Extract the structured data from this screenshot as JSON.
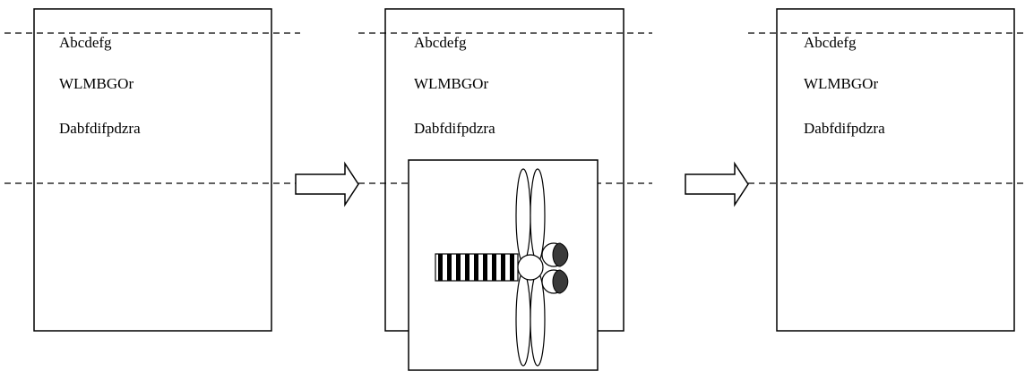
{
  "panels": [
    {
      "lines": [
        "Abcdefg",
        "WLMBGOr",
        "Dabfdifpdzra"
      ]
    },
    {
      "lines": [
        "Abcdefg",
        "WLMBGOr",
        "Dabfdifpdzra"
      ]
    },
    {
      "lines": [
        "Abcdefg",
        "WLMBGOr",
        "Dabfdifpdzra"
      ]
    }
  ],
  "arrows": [
    {
      "from": "panel-1",
      "to": "panel-2"
    },
    {
      "from": "panel-2",
      "to": "panel-3"
    }
  ],
  "overlay": {
    "attached_to": "panel-2",
    "icon": "dragonfly-icon"
  },
  "colors": {
    "stroke": "#000000",
    "background": "#ffffff",
    "fill_dark": "#3a3a3a"
  }
}
